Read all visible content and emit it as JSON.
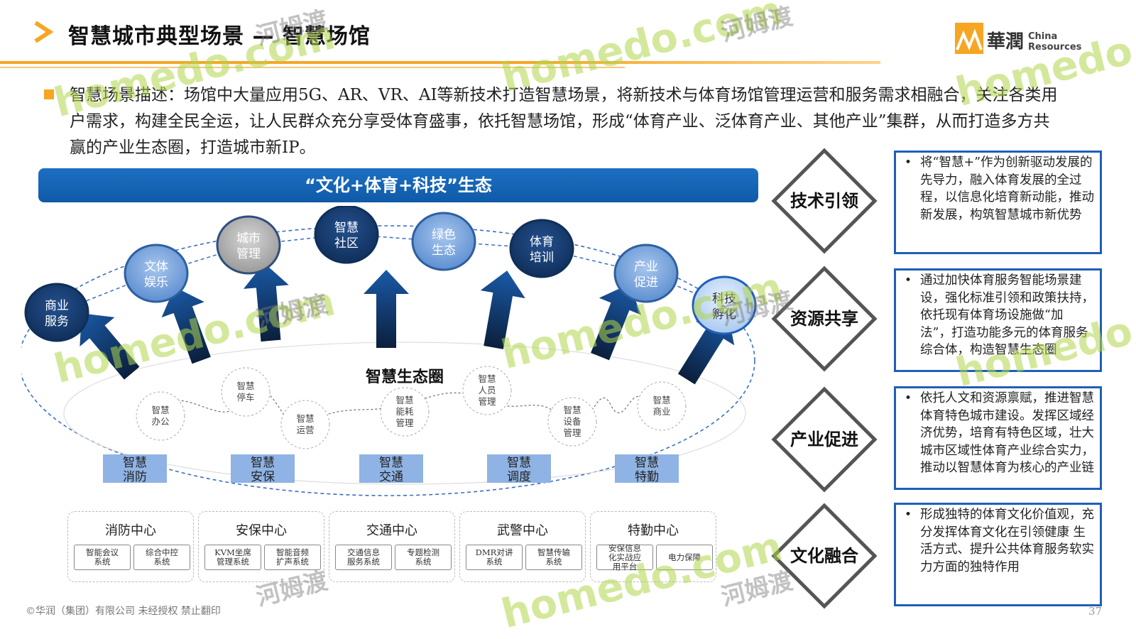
{
  "header": {
    "title": "智慧城市典型场景 — 智慧场馆",
    "logo_cn": "華潤",
    "logo_en_line1": "China",
    "logo_en_line2": "Resources"
  },
  "description": "智慧场景描述：场馆中大量应用5G、AR、VR、AI等新技术打造智慧场景，将新技术与体育场馆管理运营和服务需求相融合，关注各类用户需求，构建全民全运，让人民群众充分享受体育盛事，依托智慧场馆，形成“体育产业、泛体育产业、其他产业”集群，从而打造多方共赢的产业生态圈，打造城市新IP。",
  "banner": "“文化+体育+科技”生态",
  "diagram": {
    "nodes": [
      {
        "line1": "商业",
        "line2": "服务",
        "style": "dark"
      },
      {
        "line1": "文体",
        "line2": "娱乐",
        "style": "light"
      },
      {
        "line1": "城市",
        "line2": "管理",
        "style": "gray"
      },
      {
        "line1": "智慧",
        "line2": "社区",
        "style": "dark"
      },
      {
        "line1": "绿色",
        "line2": "生态",
        "style": "light"
      },
      {
        "line1": "体育",
        "line2": "培训",
        "style": "dark"
      },
      {
        "line1": "产业",
        "line2": "促进",
        "style": "light"
      },
      {
        "line1": "科技",
        "line2": "孵化",
        "style": "pale"
      }
    ],
    "center_label": "智慧生态圈",
    "small_circles": [
      {
        "lines": [
          "智慧",
          "办公"
        ]
      },
      {
        "lines": [
          "智慧",
          "停车"
        ]
      },
      {
        "lines": [
          "智慧",
          "运营"
        ]
      },
      {
        "lines": [
          "智慧",
          "能耗",
          "管理"
        ]
      },
      {
        "lines": [
          "智慧",
          "人员",
          "管理"
        ]
      },
      {
        "lines": [
          "智慧",
          "设备",
          "管理"
        ]
      },
      {
        "lines": [
          "智慧",
          "商业"
        ]
      }
    ],
    "blue_boxes": [
      {
        "line1": "智慧",
        "line2": "消防"
      },
      {
        "line1": "智慧",
        "line2": "安保"
      },
      {
        "line1": "智慧",
        "line2": "交通"
      },
      {
        "line1": "智慧",
        "line2": "调度"
      },
      {
        "line1": "智慧",
        "line2": "特勤"
      }
    ],
    "centers": [
      {
        "name": "消防中心",
        "systems": [
          [
            "智能会议",
            "系统"
          ],
          [
            "综合中控",
            "系统"
          ]
        ]
      },
      {
        "name": "安保中心",
        "systems": [
          [
            "KVM坐席",
            "管理系统"
          ],
          [
            "智能音频",
            "扩声系统"
          ]
        ]
      },
      {
        "name": "交通中心",
        "systems": [
          [
            "交通信息",
            "服务系统"
          ],
          [
            "专题检测",
            "系统"
          ]
        ]
      },
      {
        "name": "武警中心",
        "systems": [
          [
            "DMR对讲",
            "系统"
          ],
          [
            "智慧传输",
            "系统"
          ]
        ]
      },
      {
        "name": "特勤中心",
        "systems": [
          [
            "安保信息",
            "化实战应",
            "用平台"
          ],
          [
            "电力保障"
          ]
        ]
      }
    ]
  },
  "panels": [
    {
      "label1": "技术",
      "label2": "引领",
      "text": "将“智慧+”作为创新驱动发展的先导力，融入体育发展的全过程，以信息化培育新动能，推动新发展，构筑智慧城市新优势"
    },
    {
      "label1": "资源",
      "label2": "共享",
      "text": "通过加快体育服务智能场景建设，强化标准引领和政策扶持，依托现有体育场设施做“加法”，打造功能多元的体育服务综合体，构造智慧生态圈"
    },
    {
      "label1": "产业",
      "label2": "促进",
      "text": "依托人文和资源禀赋，推进智慧体育特色城市建设。发挥区域经济优势，培育有特色区域，壮大城市区域性体育产业综合实力，推动以智慧体育为核心的产业链"
    },
    {
      "label1": "文化",
      "label2": "融合",
      "text": "形成独特的体育文化价值观，充分发挥体育文化在引领健康 生活方式、提升公共体育服务软实力方面的独特作用"
    }
  ],
  "footer": {
    "copyright": "©华润（集团）有限公司 未经授权 禁止翻印",
    "page_number": "37"
  },
  "watermark": {
    "brand": "homedo.com",
    "cn": "河姆渡"
  },
  "colors": {
    "accent": "#f6a623",
    "banner": "#0f5aa8",
    "node_dark": "#173a6b",
    "node_light": "#7aa7dc",
    "box_blue": "#8fb3e4",
    "panel_border": "#1f5fb8"
  }
}
